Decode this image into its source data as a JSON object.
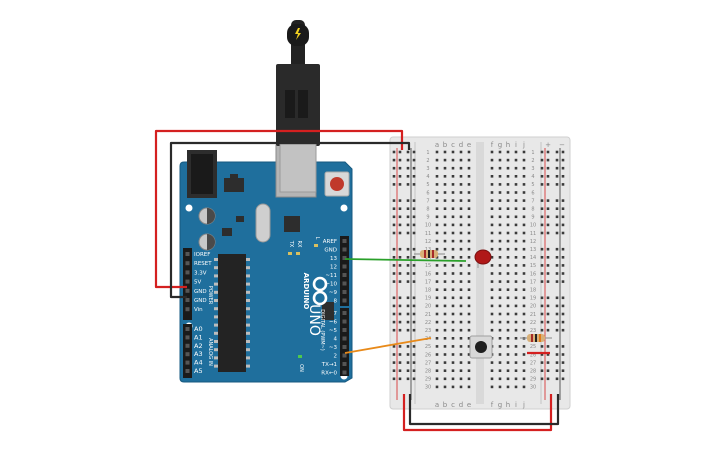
{
  "arduino": {
    "logo": "ARDUINO",
    "model": "UNO",
    "on_label": "ON",
    "power_header_label": "POWER",
    "analog_header_label": "ANALOG IN",
    "digital_header_label": "DIGITAL (PWM~)",
    "tx_label": "TX",
    "rx_label": "RX",
    "l_label": "L",
    "power_pins": [
      "IOREF",
      "RESET",
      "3.3V",
      "5V",
      "GND",
      "GND",
      "Vin"
    ],
    "analog_pins": [
      "A0",
      "A1",
      "A2",
      "A3",
      "A4",
      "A5"
    ],
    "digital_pins_top": [
      "AREF",
      "GND",
      "13",
      "12",
      "~11",
      "~10",
      "~9",
      "8"
    ],
    "digital_pins_bottom": [
      "7",
      "~6",
      "~5",
      "4",
      "~3",
      "2",
      "TX→1",
      "RX←0"
    ],
    "board_color": "#1f6f9d"
  },
  "breadboard": {
    "rows": [
      "1",
      "2",
      "3",
      "4",
      "5",
      "6",
      "7",
      "8",
      "9",
      "10",
      "11",
      "12",
      "13",
      "14",
      "15",
      "16",
      "17",
      "18",
      "19",
      "20",
      "21",
      "22",
      "23",
      "24",
      "25",
      "26",
      "27",
      "28",
      "29",
      "30"
    ],
    "cols_left": [
      "a",
      "b",
      "c",
      "d",
      "e"
    ],
    "cols_right": [
      "f",
      "g",
      "h",
      "i",
      "j"
    ],
    "plus_label": "+",
    "minus_label": "−"
  },
  "components": {
    "usb_cable": "usb-plug-icon",
    "led_color": "#b01818",
    "wire_red": "#d42020",
    "wire_black": "#2a2a2a",
    "wire_green": "#2aa02a",
    "wire_orange": "#e88a1a"
  }
}
